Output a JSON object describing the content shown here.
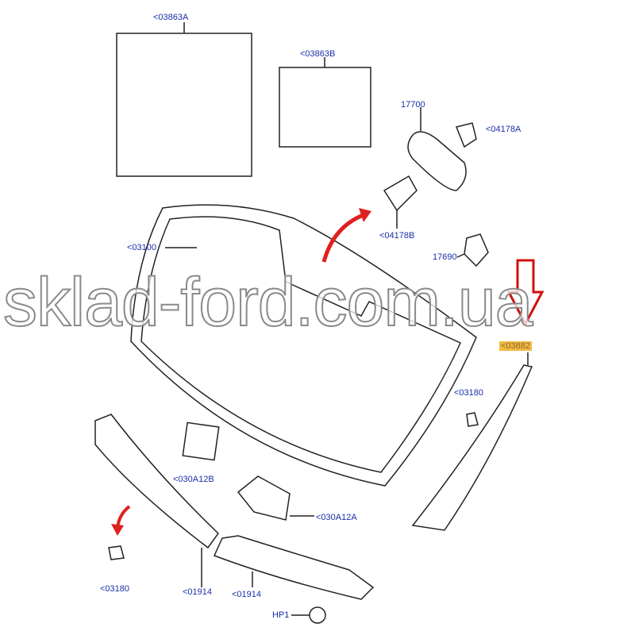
{
  "watermark": "sklad-ford.com.ua",
  "highlight_color": "#f4b942",
  "label_color": "#1a2fa8",
  "arrow_color": "#e02020",
  "parts": {
    "p03863A": "<03863A",
    "p03863B": "<03863B",
    "p17700": "17700",
    "p04178A": "<04178A",
    "p04178B": "<04178B",
    "p03100": "<03100",
    "p17690": "17690",
    "p03882": "<03882",
    "p03180a": "<03180",
    "p030A12B": "<030A12B",
    "p030A12A": "<030A12A",
    "p03180b": "<03180",
    "p01914a": "<01914",
    "p01914b": "<01914",
    "pHP1": "HP1"
  }
}
